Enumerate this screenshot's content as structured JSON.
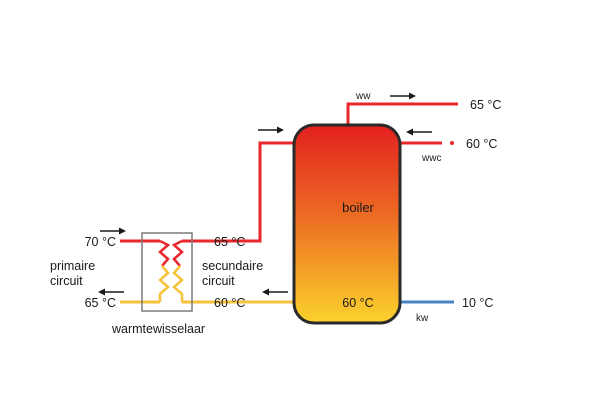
{
  "colors": {
    "hot": "#e8262b",
    "warm": "#f6c23a",
    "cold": "#4a86c5",
    "outline": "#2a2a2a",
    "exchanger_frame": "#7a7a7a",
    "boiler_top": "#e3201f",
    "boiler_bottom": "#fbd22c"
  },
  "heat_exchanger": {
    "label": "warmtewisselaar",
    "primary_label_line1": "primaire",
    "primary_label_line2": "circuit",
    "secondary_label_line1": "secundaire",
    "secondary_label_line2": "circuit",
    "primary_in_temp": "70 °C",
    "primary_out_temp": "65 °C",
    "secondary_out_temp": "65 °C",
    "secondary_return_temp": "60 °C"
  },
  "boiler": {
    "label": "boiler",
    "bottom_temp": "60 °C"
  },
  "pipes": {
    "ww_label": "ww",
    "ww_temp": "65 °C",
    "wwc_label": "wwc",
    "wwc_temp": "60 °C",
    "kw_label": "kw",
    "kw_temp": "10 °C"
  },
  "icons": {
    "flow_arrow": "arrow-icon",
    "exchanger_coil": "coil-icon"
  }
}
